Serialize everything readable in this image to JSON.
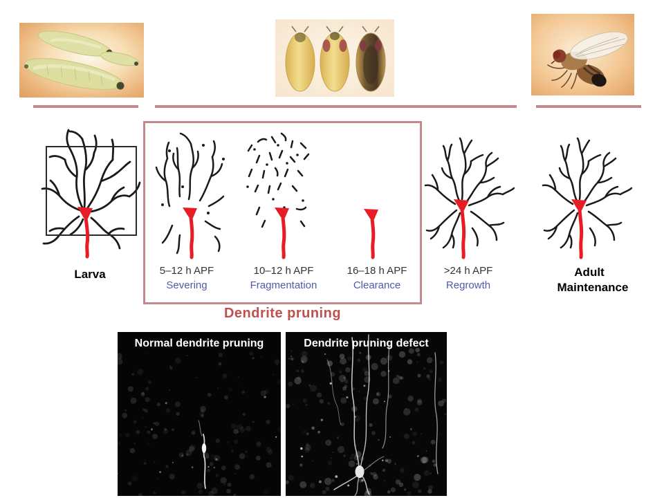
{
  "colors": {
    "rose_rule": "#c4898c",
    "title_red": "#c0504d",
    "phase_blue": "#4f5aa7",
    "soma_red": "#e81c24",
    "ink": "#1a1a1a",
    "micrograph_bg": "#060606",
    "micrograph_label": "#ffffff"
  },
  "photos": {
    "larvae": "larvae-photo",
    "pupae": "pupae-photo",
    "adult_fly": "adult-fly-photo"
  },
  "stages": [
    {
      "label": "Larva"
    },
    {
      "time": "5–12 h APF",
      "phase": "Severing"
    },
    {
      "time": "10–12 h APF",
      "phase": "Fragmentation"
    },
    {
      "time": "16–18 h APF",
      "phase": "Clearance"
    },
    {
      "time": ">24 h APF",
      "phase": "Regrowth"
    },
    {
      "line1": "Adult",
      "line2": "Maintenance"
    }
  ],
  "pruning_box_label": "Dendrite pruning",
  "micrographs": {
    "left_label": "Normal dendrite pruning",
    "right_label": "Dendrite pruning defect"
  }
}
